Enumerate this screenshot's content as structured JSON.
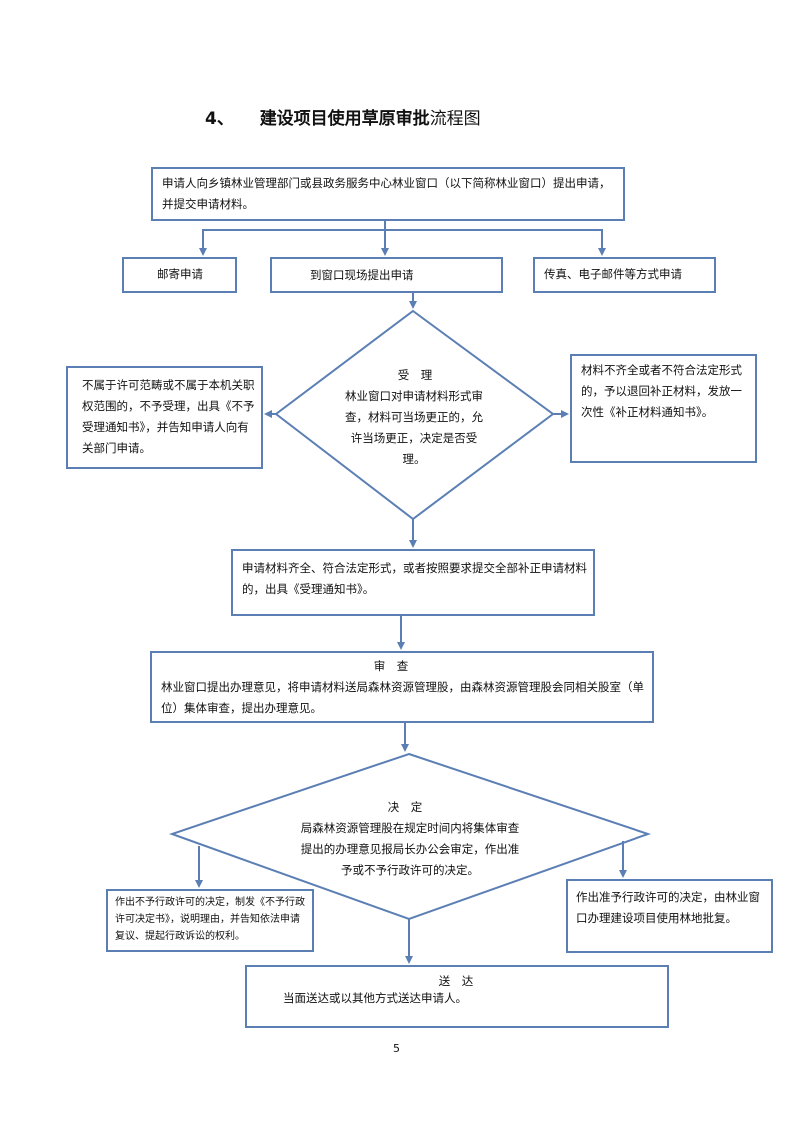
{
  "title": {
    "number": "4、",
    "bold": "建设项目使用草原审批",
    "rest": "流程图"
  },
  "nodes": {
    "apply": "申请人向乡镇林业管理部门或县政务服务中心林业窗口（以下简称林业窗口）提出申请，并提交申请材料。",
    "mail": "邮寄申请",
    "onsite": "到窗口现场提出申请",
    "fax": "传真、电子邮件等方式申请",
    "accept_title": "受　理",
    "accept_body": "林业窗口对申请材料形式审查，材料可当场更正的，允许当场更正，决定是否受理。",
    "reject_left": "不属于许可范畴或不属于本机关职权范围的，不予受理，出具《不予受理通知书》，并告知申请人向有关部门申请。",
    "return_right": "材料不齐全或者不符合法定形式的，予以退回补正材料，发放一次性《补正材料通知书》。",
    "accepted": "申请材料齐全、符合法定形式，或者按照要求提交全部补正申请材料的，出具《受理通知书》。",
    "review_title": "审　查",
    "review_body": "林业窗口提出办理意见，将申请材料送局森林资源管理股，由森林资源管理股会同相关股室（单位）集体审查，提出办理意见。",
    "decide_title": "决　定",
    "decide_body": "局森林资源管理股在规定时间内将集体审查提出的办理意见报局长办公会审定，作出准予或不予行政许可的决定。",
    "deny": "作出不予行政许可的决定，制发《不予行政许可决定书》，说明理由，并告知依法申请复议、提起行政诉讼的权利。",
    "approve": "作出准予行政许可的决定，由林业窗口办理建设项目使用林地批复。",
    "deliver_title": "送　达",
    "deliver_body": "当面送达或以其他方式送达申请人。"
  },
  "page_number": "5",
  "colors": {
    "stroke": "#5b7fb4"
  }
}
